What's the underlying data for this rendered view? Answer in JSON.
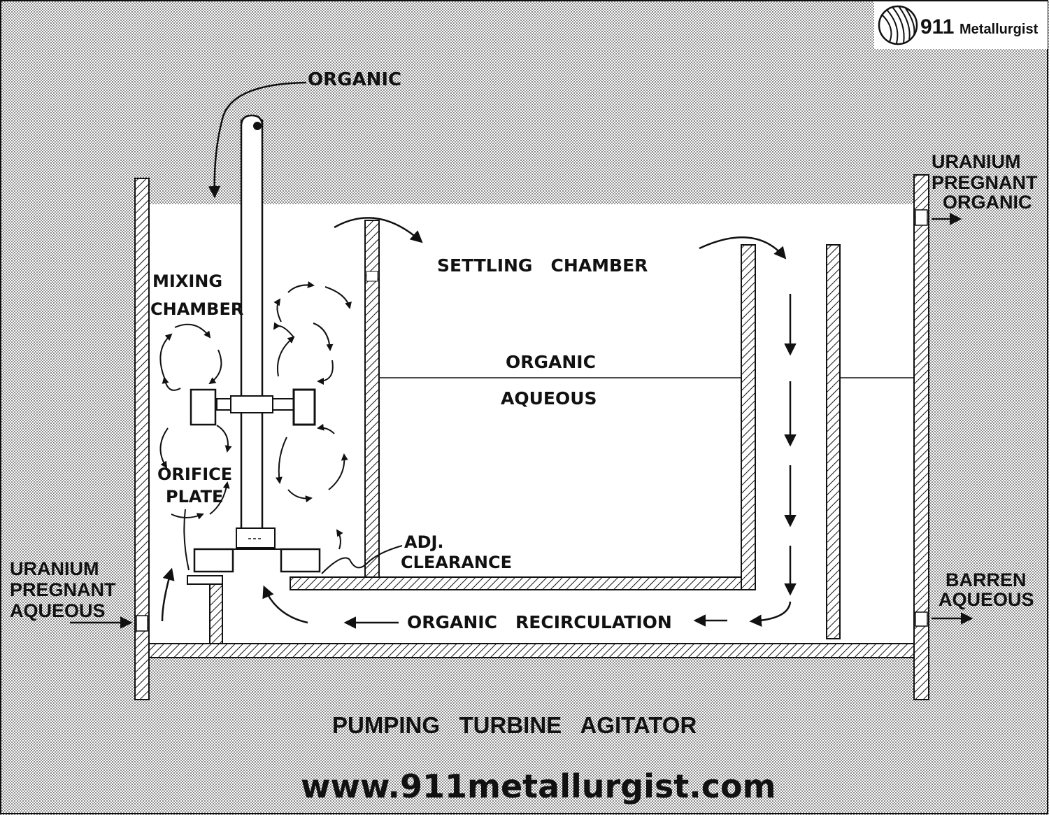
{
  "logo": {
    "number": "911",
    "name": "Metallurgist",
    "icon": "striped-globe-icon"
  },
  "labels": {
    "organic_feed": "ORGANIC",
    "mixing_1": "MIXING",
    "mixing_2": "CHAMBER",
    "orifice_1": "ORIFICE",
    "orifice_2": "PLATE",
    "settling": "SETTLING   CHAMBER",
    "organic_layer": "ORGANIC",
    "aqueous_layer": "AQUEOUS",
    "adj_1": "ADJ.",
    "adj_2": "CLEARANCE",
    "recirculation": "ORGANIC   RECIRCULATION",
    "inlet_1": "URANIUM",
    "inlet_2": "PREGNANT",
    "inlet_3": "AQUEOUS",
    "outlet_org_1": "URANIUM",
    "outlet_org_2": "PREGNANT",
    "outlet_org_3": "ORGANIC",
    "barren_1": "BARREN",
    "barren_2": "AQUEOUS"
  },
  "caption": "PUMPING   TURBINE   AGITATOR",
  "url": "www.911metallurgist.com",
  "colors": {
    "ink": "#111111",
    "halftone": "#c8c8c8",
    "paper": "#ffffff"
  }
}
